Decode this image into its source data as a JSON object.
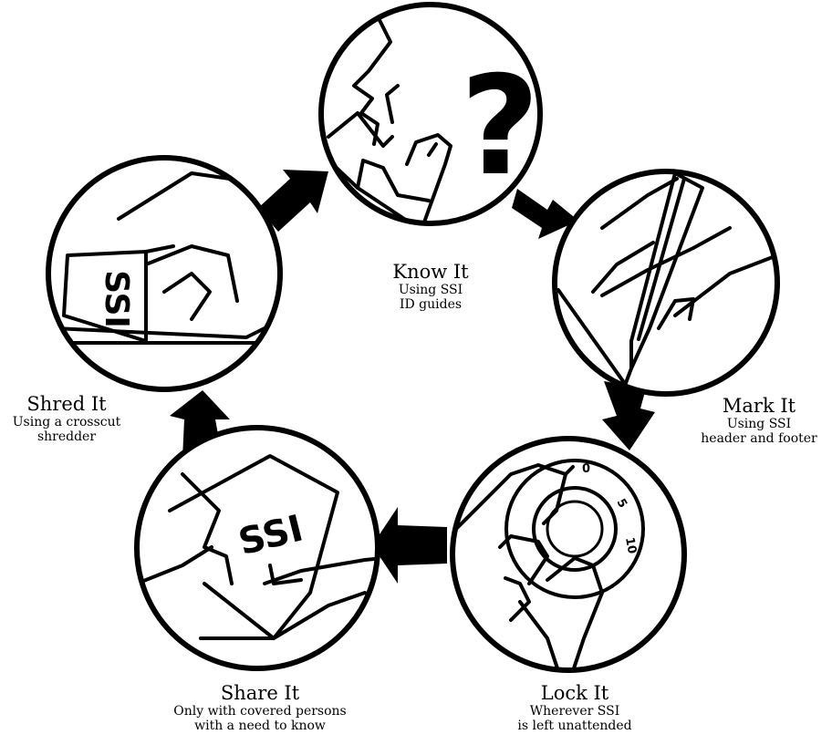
{
  "colors": {
    "ink": "#000000",
    "paper": "#ffffff"
  },
  "steps": [
    {
      "title": "Know It",
      "line1": "Using SSI",
      "line2": "ID guides",
      "icon": "question-face-icon"
    },
    {
      "title": "Mark It",
      "line1": "Using SSI",
      "line2": "header and footer",
      "icon": "pencil-writing-icon"
    },
    {
      "title": "Lock It",
      "line1": "Wherever SSI",
      "line2": "is left unattended",
      "icon": "combination-lock-icon"
    },
    {
      "title": "Share It",
      "line1": "Only with covered persons",
      "line2": "with a need to know",
      "icon": "handing-document-icon"
    },
    {
      "title": "Shred It",
      "line1": "Using a crosscut",
      "line2": "shredder",
      "icon": "shredder-icon"
    }
  ],
  "glyphs": {
    "question": "?",
    "doc_label": "SSI"
  },
  "dial_numbers": [
    "0",
    "5",
    "10"
  ]
}
